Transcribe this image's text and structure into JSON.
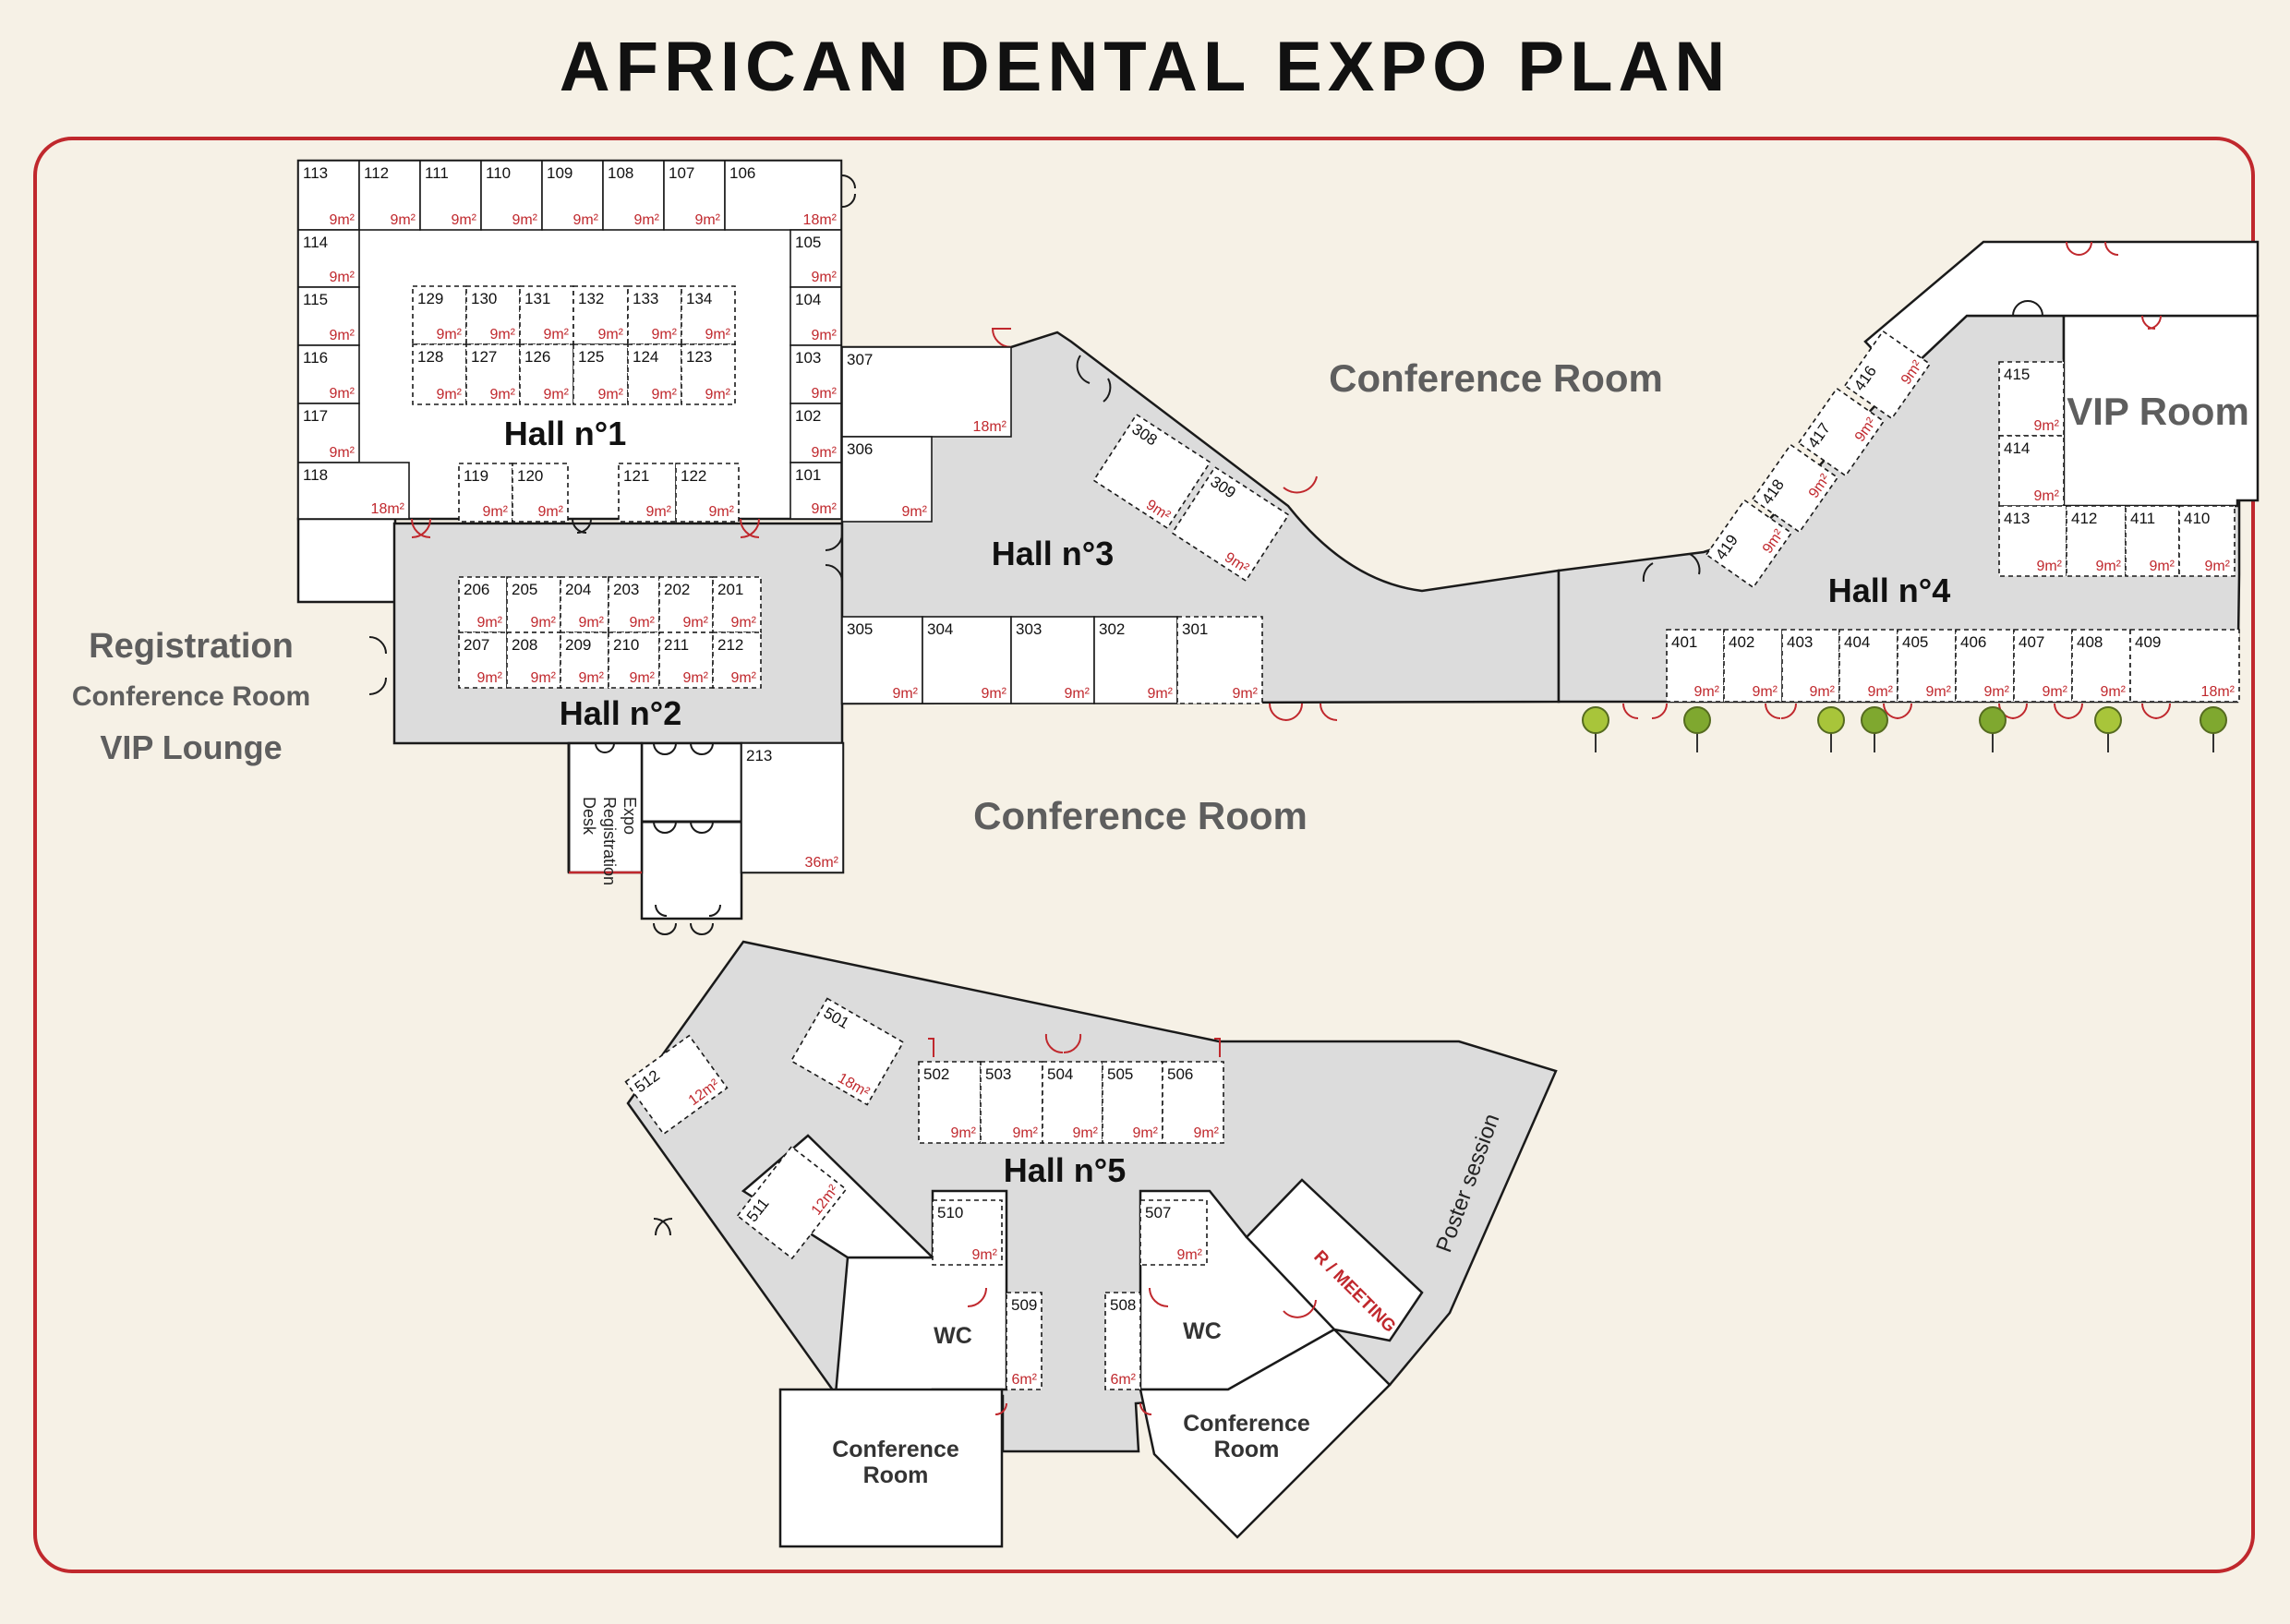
{
  "title": "AFRICAN DENTAL EXPO PLAN",
  "colors": {
    "background": "#f6f1e6",
    "frame": "#c0282d",
    "hall": "#dcdcdc",
    "area_text": "#c0282d",
    "label_grey": "#5e5e5e",
    "tree": "#8db43c"
  },
  "halls": {
    "hall1": "Hall n°1",
    "hall2": "Hall n°2",
    "hall3": "Hall n°3",
    "hall4": "Hall n°4",
    "hall5": "Hall n°5"
  },
  "areas": {
    "conference_top": "Conference Room",
    "conference_middle": "Conference Room",
    "vip_room": "VIP Room",
    "registration": "Registration",
    "registration_conference": "Conference Room",
    "vip_lounge": "VIP Lounge",
    "expo_desk": [
      "Expo",
      "Registration",
      "Desk"
    ],
    "poster": "Poster session",
    "r_meeting": "R / MEETING",
    "wc_left": "WC",
    "wc_right": "WC",
    "conf_left": [
      "Conference",
      "Room"
    ],
    "conf_right": [
      "Conference",
      "Room"
    ]
  },
  "booths": [
    {
      "n": "113",
      "a": "9m²"
    },
    {
      "n": "112",
      "a": "9m²"
    },
    {
      "n": "111",
      "a": "9m²"
    },
    {
      "n": "110",
      "a": "9m²"
    },
    {
      "n": "109",
      "a": "9m²"
    },
    {
      "n": "108",
      "a": "9m²"
    },
    {
      "n": "107",
      "a": "9m²"
    },
    {
      "n": "106",
      "a": "18m²"
    },
    {
      "n": "114",
      "a": "9m²"
    },
    {
      "n": "115",
      "a": "9m²"
    },
    {
      "n": "116",
      "a": "9m²"
    },
    {
      "n": "117",
      "a": "9m²"
    },
    {
      "n": "118",
      "a": "18m²"
    },
    {
      "n": "105",
      "a": "9m²"
    },
    {
      "n": "104",
      "a": "9m²"
    },
    {
      "n": "103",
      "a": "9m²"
    },
    {
      "n": "102",
      "a": "9m²"
    },
    {
      "n": "101",
      "a": "9m²"
    },
    {
      "n": "129",
      "a": "9m²"
    },
    {
      "n": "130",
      "a": "9m²"
    },
    {
      "n": "131",
      "a": "9m²"
    },
    {
      "n": "132",
      "a": "9m²"
    },
    {
      "n": "133",
      "a": "9m²"
    },
    {
      "n": "134",
      "a": "9m²"
    },
    {
      "n": "128",
      "a": "9m²"
    },
    {
      "n": "127",
      "a": "9m²"
    },
    {
      "n": "126",
      "a": "9m²"
    },
    {
      "n": "125",
      "a": "9m²"
    },
    {
      "n": "124",
      "a": "9m²"
    },
    {
      "n": "123",
      "a": "9m²"
    },
    {
      "n": "119",
      "a": "9m²"
    },
    {
      "n": "120",
      "a": "9m²"
    },
    {
      "n": "121",
      "a": "9m²"
    },
    {
      "n": "122",
      "a": "9m²"
    },
    {
      "n": "206",
      "a": "9m²"
    },
    {
      "n": "205",
      "a": "9m²"
    },
    {
      "n": "204",
      "a": "9m²"
    },
    {
      "n": "203",
      "a": "9m²"
    },
    {
      "n": "202",
      "a": "9m²"
    },
    {
      "n": "201",
      "a": "9m²"
    },
    {
      "n": "207",
      "a": "9m²"
    },
    {
      "n": "208",
      "a": "9m²"
    },
    {
      "n": "209",
      "a": "9m²"
    },
    {
      "n": "210",
      "a": "9m²"
    },
    {
      "n": "211",
      "a": "9m²"
    },
    {
      "n": "212",
      "a": "9m²"
    },
    {
      "n": "213",
      "a": "36m²"
    },
    {
      "n": "307",
      "a": "18m²"
    },
    {
      "n": "306",
      "a": "9m²"
    },
    {
      "n": "305",
      "a": "9m²"
    },
    {
      "n": "304",
      "a": "9m²"
    },
    {
      "n": "303",
      "a": "9m²"
    },
    {
      "n": "302",
      "a": "9m²"
    },
    {
      "n": "301",
      "a": "9m²"
    },
    {
      "n": "308",
      "a": "9m²"
    },
    {
      "n": "309",
      "a": "9m²"
    },
    {
      "n": "401",
      "a": "9m²"
    },
    {
      "n": "402",
      "a": "9m²"
    },
    {
      "n": "403",
      "a": "9m²"
    },
    {
      "n": "404",
      "a": "9m²"
    },
    {
      "n": "405",
      "a": "9m²"
    },
    {
      "n": "406",
      "a": "9m²"
    },
    {
      "n": "407",
      "a": "9m²"
    },
    {
      "n": "408",
      "a": "9m²"
    },
    {
      "n": "409",
      "a": "18m²"
    },
    {
      "n": "415",
      "a": "9m²"
    },
    {
      "n": "414",
      "a": "9m²"
    },
    {
      "n": "413",
      "a": "9m²"
    },
    {
      "n": "412",
      "a": "9m²"
    },
    {
      "n": "411",
      "a": "9m²"
    },
    {
      "n": "410",
      "a": "9m²"
    },
    {
      "n": "416",
      "a": "9m²"
    },
    {
      "n": "417",
      "a": "9m²"
    },
    {
      "n": "418",
      "a": "9m²"
    },
    {
      "n": "419",
      "a": "9m²"
    },
    {
      "n": "502",
      "a": "9m²"
    },
    {
      "n": "503",
      "a": "9m²"
    },
    {
      "n": "504",
      "a": "9m²"
    },
    {
      "n": "505",
      "a": "9m²"
    },
    {
      "n": "506",
      "a": "9m²"
    },
    {
      "n": "501",
      "a": "18m²"
    },
    {
      "n": "512",
      "a": "12m²"
    },
    {
      "n": "511",
      "a": "12m²"
    },
    {
      "n": "510",
      "a": "9m²"
    },
    {
      "n": "507",
      "a": "9m²"
    },
    {
      "n": "509",
      "a": "6m²"
    },
    {
      "n": "508",
      "a": "6m²"
    }
  ]
}
